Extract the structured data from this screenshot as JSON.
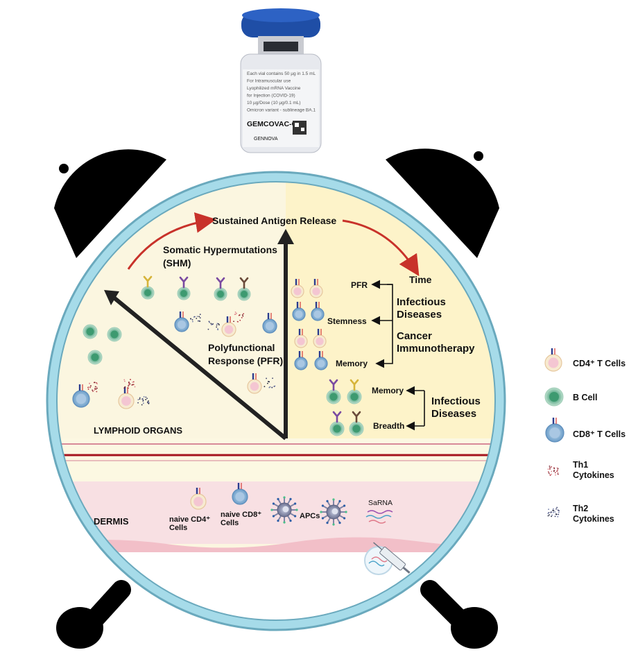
{
  "vial": {
    "label_lines": [
      "Each vial contains 50 µg in 1.5 mL",
      "For Intramuscular use",
      "Lyophilized mRNA Vaccine",
      "for Injection (COVID-19)",
      "10 µg/Dose (10 µg/0.1 mL)",
      "Omicron variant - sublineage BA.1"
    ],
    "brand": "GEMCOVAC-OM",
    "maker": "GENNOVA"
  },
  "arc": {
    "sustained": "Sustained Antigen Release",
    "time": "Time"
  },
  "left": {
    "shm_line1": "Somatic Hypermutations",
    "shm_line2": "(SHM)",
    "pfr_line1": "Polyfunctional",
    "pfr_line2": "Response (PFR)",
    "lymphoid": "LYMPHOID ORGANS"
  },
  "right_top": {
    "pfr": "PFR",
    "stemness": "Stemness",
    "memory": "Memory",
    "inf1": "Infectious",
    "inf2": "Diseases",
    "can1": "Cancer",
    "can2": "Immunotherapy"
  },
  "right_bottom": {
    "memory": "Memory",
    "breadth": "Breadth",
    "inf1": "Infectious",
    "inf2": "Diseases"
  },
  "dermis": {
    "label": "DERMIS",
    "cd4_line1": "naive CD4⁺",
    "cd4_line2": "Cells",
    "cd8_line1": "naive CD8⁺",
    "cd8_line2": "Cells",
    "apcs": "APCs",
    "sarna": "SaRNA"
  },
  "legend": {
    "cd4": "CD4⁺ T Cells",
    "bcell": "B Cell",
    "cd8": "CD8⁺ T Cells",
    "th1_line1": "Th1",
    "th1_line2": "Cytokines",
    "th2_line1": "Th2",
    "th2_line2": "Cytokines"
  },
  "colors": {
    "ring": "#a6dbe9",
    "ring_stroke": "#6aa9bd",
    "clock_bg": "#fdf7d6",
    "dermis": "#f8e0e3",
    "arrow_red": "#c8322a",
    "b_cell": "#6fb597",
    "cd4_cell": "#f1dcc2",
    "cd8_cell": "#8fb7d8"
  }
}
